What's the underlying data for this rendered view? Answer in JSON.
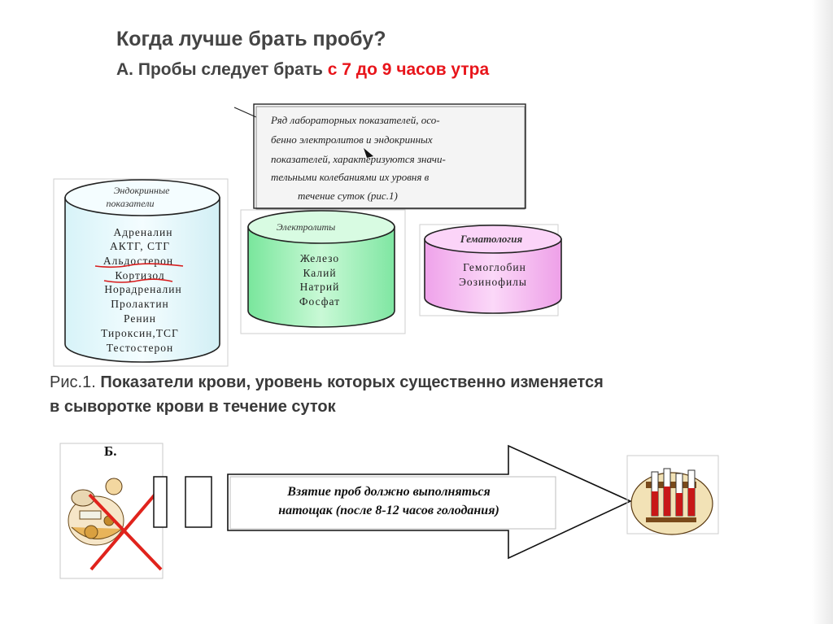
{
  "header": {
    "question": "Когда лучше брать пробу?",
    "answer_prefix": "А.",
    "answer_text": "Пробы следует брать",
    "answer_highlight": "с 7 до 9 часов утра"
  },
  "note_box": {
    "lines": [
      "Ряд лабораторных показателей, осо-",
      "бенно электролитов и эндокринных",
      "показателей, характеризуются значи-",
      "тельными колебаниями их уровня в",
      "течение суток (рис.1)"
    ]
  },
  "cylinders": {
    "endocrine": {
      "title_line1": "Эндокринные",
      "title_line2": "показатели",
      "items": [
        "Адреналин",
        "АКТГ, СТГ",
        "Альдостерон",
        "Кортизол",
        "Норадреналин",
        "Пролактин",
        "Ренин",
        "Тироксин,ТСГ",
        "Тестостерон"
      ]
    },
    "electrolytes": {
      "title": "Электролиты",
      "items": [
        "Железо",
        "Калий",
        "Натрий",
        "Фосфат"
      ]
    },
    "hematology": {
      "title": "Гематология",
      "items": [
        "Гемоглобин",
        "Эозинофилы"
      ]
    }
  },
  "caption": {
    "prefix": "Рис.1.",
    "text_line1": "Показатели крови, уровень которых существенно изменяется",
    "text_line2": "в сыворотке крови в течение суток"
  },
  "section_b": {
    "label": "Б.",
    "arrow_line1": "Взятие проб должно выполняться",
    "arrow_line2": "натощак (после 8-12 часов голодания)"
  },
  "colors": {
    "highlight_red": "#e8151b",
    "endocrine_fill": "#e8f8fb",
    "electrolytes_fill": "#9ff0b8",
    "hematology_fill": "#f6b8f2",
    "cross_red": "#e0231c"
  }
}
